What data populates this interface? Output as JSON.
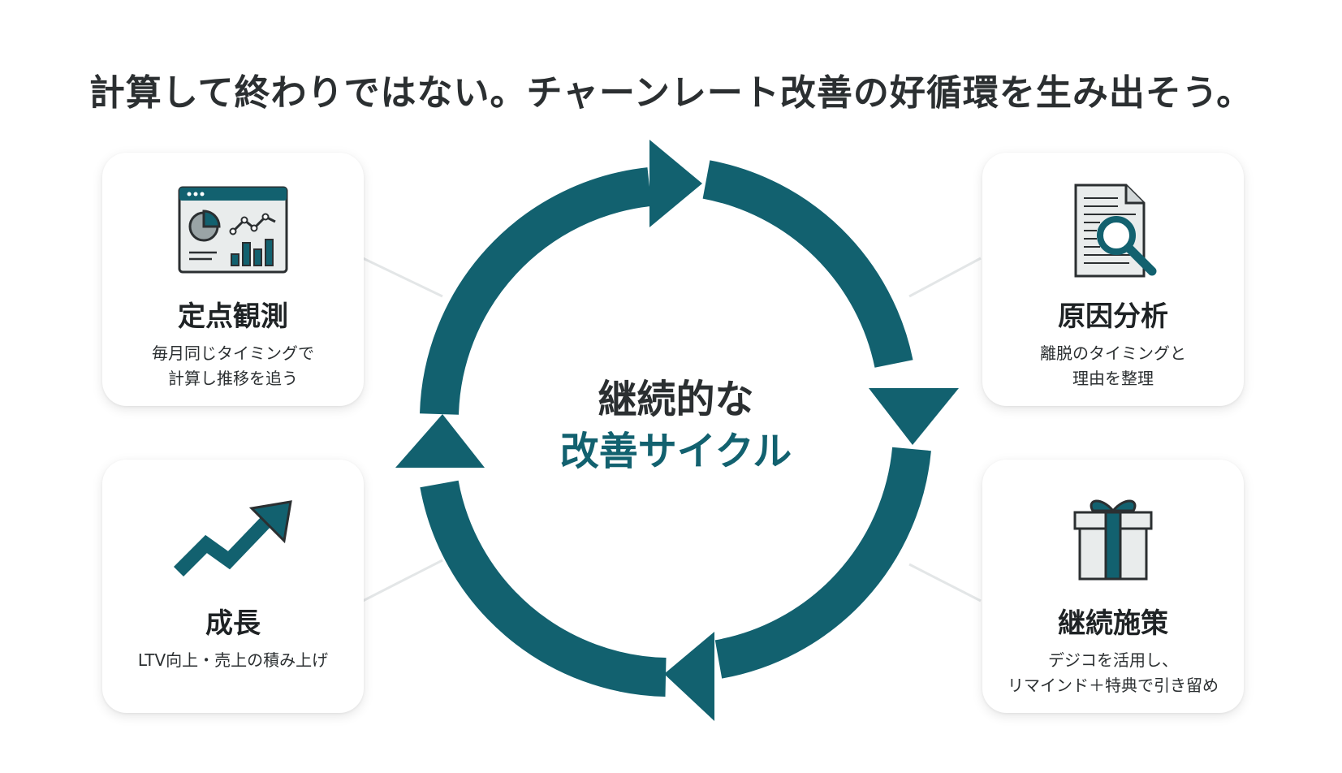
{
  "headline": "計算して終わりではない。チャーンレート改善の好循環を生み出そう。",
  "center": {
    "line1": "継続的な",
    "line2": "改善サイクル"
  },
  "colors": {
    "teal": "#12616f",
    "dark_text": "#2b2f31",
    "icon_gray": "#e9ecec"
  },
  "cards": [
    {
      "icon": "dashboard-chart-icon",
      "title": "定点観測",
      "desc": [
        "毎月同じタイミングで",
        "計算し推移を追う"
      ]
    },
    {
      "icon": "document-search-icon",
      "title": "原因分析",
      "desc": [
        "離脱のタイミングと",
        "理由を整理"
      ]
    },
    {
      "icon": "growth-arrow-icon",
      "title": "成長",
      "desc": [
        "LTV向上・売上の積み上げ"
      ]
    },
    {
      "icon": "gift-box-icon",
      "title": "継続施策",
      "desc": [
        "デジコを活用し、",
        "リマインド＋特典で引き留め"
      ]
    }
  ]
}
